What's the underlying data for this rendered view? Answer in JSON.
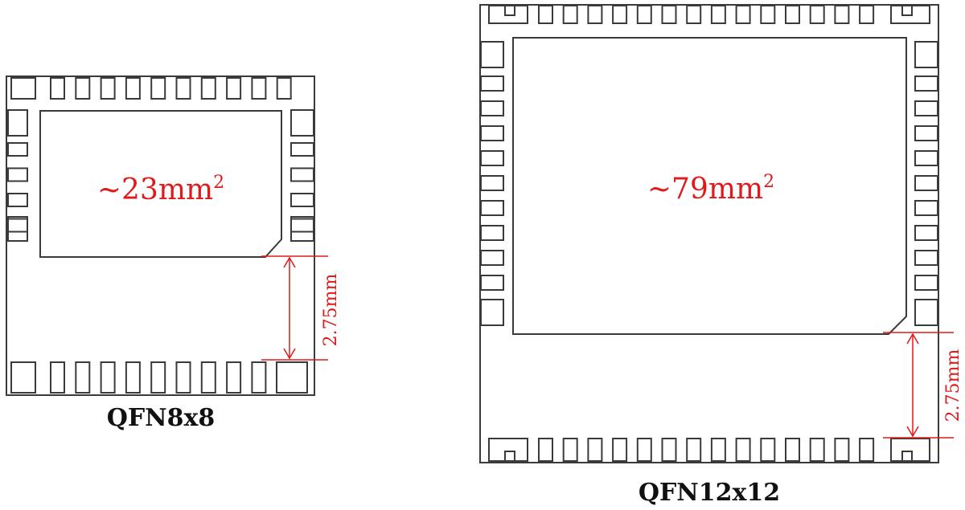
{
  "packages": [
    {
      "caption": "QFN8x8",
      "area_label": "~23mm",
      "area_superscript": "2",
      "clearance_label": "2.75mm"
    },
    {
      "caption": "QFN12x12",
      "area_label": "~79mm",
      "area_superscript": "2",
      "clearance_label": "2.75mm"
    }
  ],
  "colors": {
    "outline": "#3a3a3a",
    "annotation": "#e01a1a",
    "caption": "#111111"
  }
}
